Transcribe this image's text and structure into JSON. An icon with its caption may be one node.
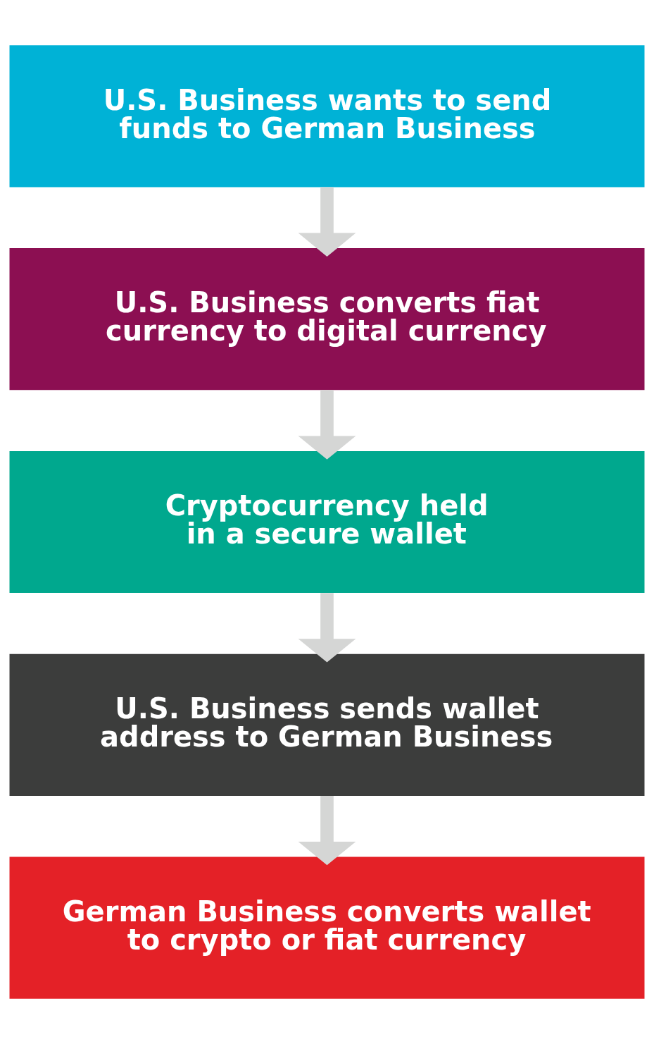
{
  "diagram": {
    "nodes": [
      {
        "text": [
          "U.S. Business wants to send funds to German Business"
        ]
      },
      {
        "text": [
          "U.S. Business converts fiat currency to digital currency"
        ]
      },
      {
        "text": [
          "Cryptocurrency held in a secure wallet"
        ]
      },
      {
        "text": [
          "U.S. Business sends wallet address to German Business"
        ]
      },
      {
        "text": [
          "German Business converts wallet to crypto or fiat currency"
        ]
      }
    ],
    "edges": [
      {
        "from": 0,
        "to": 1,
        "arrow": "to"
      },
      {
        "from": 1,
        "to": 2,
        "arrow": "to"
      },
      {
        "from": 2,
        "to": 3,
        "arrow": "to"
      },
      {
        "from": 3,
        "to": 4,
        "arrow": "to"
      }
    ]
  }
}
